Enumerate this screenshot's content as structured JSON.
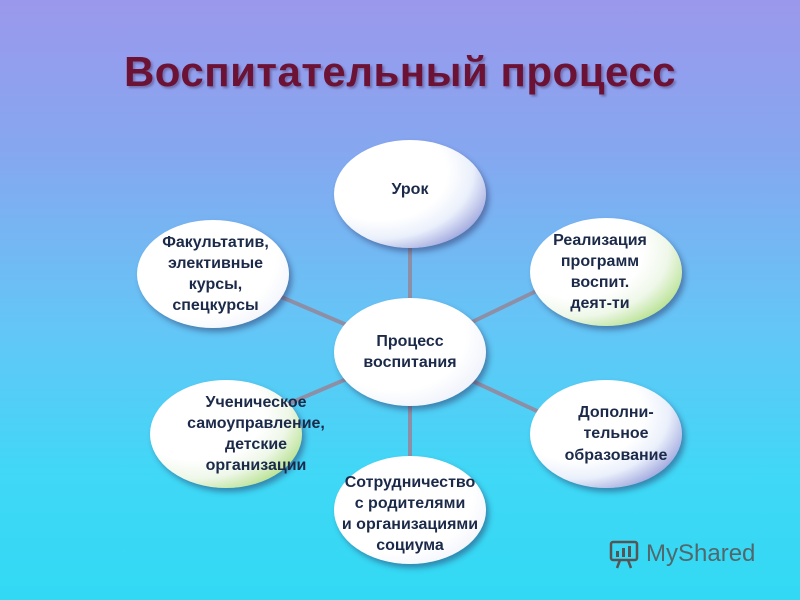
{
  "title": "Воспитательный процесс",
  "center": {
    "label": "Процесс\nвоспитания"
  },
  "nodes": {
    "lesson": "Урок",
    "programs": "Реализация\nпрограмм\nвоспит.\nдеят-ти",
    "additional": "Дополни-\nтельное\nобразование",
    "cooperation": "Сотрудничество\nс родителями\nи организациями\nсоциума",
    "self_government": "Ученическое\nсамоуправление,\nдетские организации",
    "electives": "Факультатив,\nэлективные курсы,\nспецкурсы"
  },
  "watermark": {
    "text": "MyShared"
  },
  "colors": {
    "title": "#6b1235",
    "connector": "#8d8fa6",
    "accent_blue": "#3a3f9e",
    "accent_green": "#59b52d"
  }
}
